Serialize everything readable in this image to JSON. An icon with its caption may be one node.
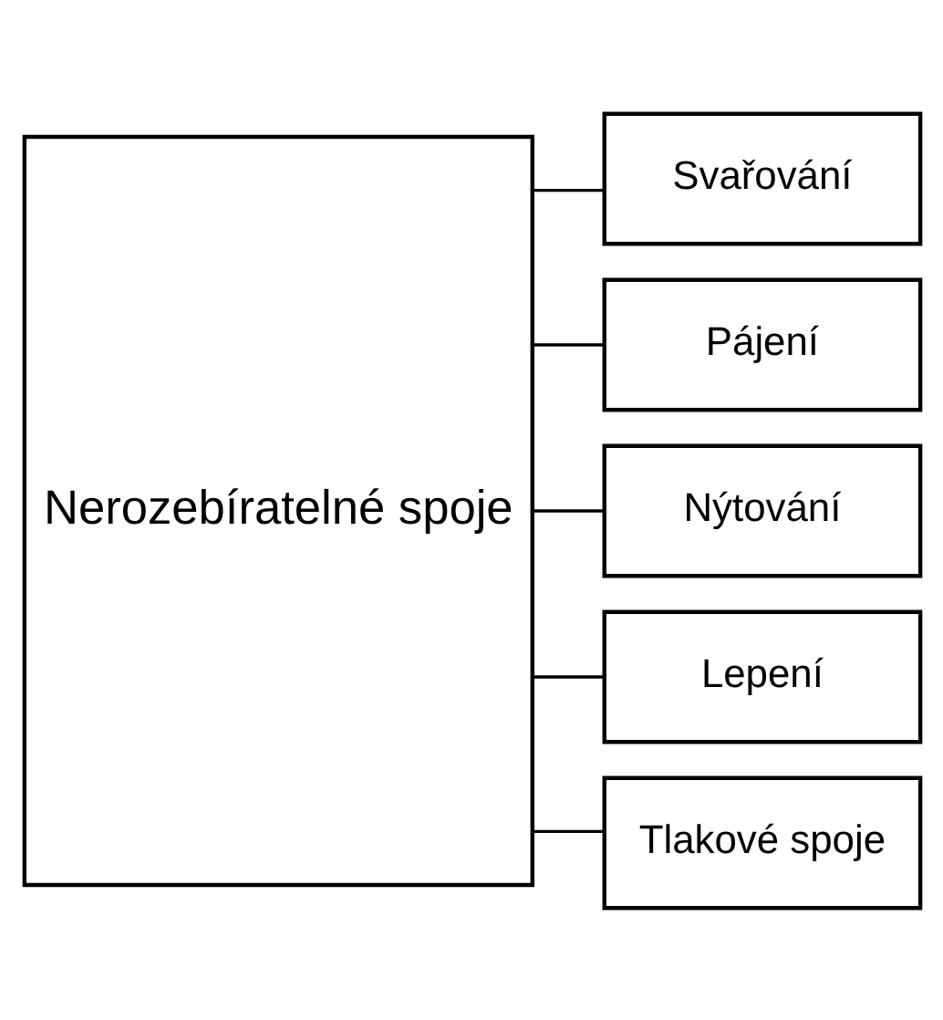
{
  "diagram": {
    "nodes": [
      {
        "text": [
          "Nerozebíratelné spoje"
        ]
      },
      {
        "text": [
          "Svařování"
        ]
      },
      {
        "text": [
          "Pájení"
        ]
      },
      {
        "text": [
          "Nýtování"
        ]
      },
      {
        "text": [
          "Lepení"
        ]
      },
      {
        "text": [
          "Tlakové spoje"
        ]
      }
    ],
    "edges": [
      {
        "from": 0,
        "to": 1,
        "arrow": "none"
      },
      {
        "from": 0,
        "to": 2,
        "arrow": "none"
      },
      {
        "from": 0,
        "to": 3,
        "arrow": "none"
      },
      {
        "from": 0,
        "to": 4,
        "arrow": "none"
      },
      {
        "from": 0,
        "to": 5,
        "arrow": "none"
      }
    ]
  }
}
